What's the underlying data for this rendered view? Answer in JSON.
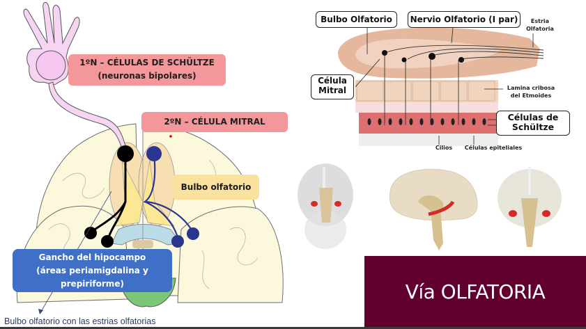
{
  "left_diagram": {
    "label_first_neuron_line1": "1ºN – CÉLULAS DE SCHÜLTZE",
    "label_first_neuron_line2": "(neuronas bipolares)",
    "label_second_neuron": "2ºN – CÉLULA MITRAL",
    "label_bulb": "Bulbo olfatorio",
    "label_uncus_line1": "Gancho del hipocampo",
    "label_uncus_line2": "(áreas periamigdalina y",
    "label_uncus_line3": "prepiriforme)",
    "caption": "Bulbo olfatorio con las estrias olfatorias"
  },
  "right_diagram": {
    "label_bulbo": "Bulbo Olfatorio",
    "label_nervio": "Nervio Olfatorio (I par)",
    "label_estria_line1": "Estria",
    "label_estria_line2": "Olfatoria",
    "label_mitral_line1": "Célula",
    "label_mitral_line2": "Mitral",
    "label_lamina_line1": "Lamina cribosa",
    "label_lamina_line2": "del Etmoides",
    "label_schultze_line1": "Células de",
    "label_schultze_line2": "Schültze",
    "label_cilios": "Cilios",
    "label_epiteliales": "Células epiteliales"
  },
  "brain_images": [
    "skull-front-view",
    "brain-sagittal-view",
    "brain-front-view"
  ],
  "title": "Vía OLFATORIA",
  "colors": {
    "title_bg": "#61002f",
    "pink_label": "#f4979a",
    "yellow_label": "#fbe19e",
    "blue_label": "#3f6fc6",
    "first_neuron_dot": "#000000",
    "second_neuron_dot": "#2a3590",
    "highlight_red": "#d42a2a"
  }
}
